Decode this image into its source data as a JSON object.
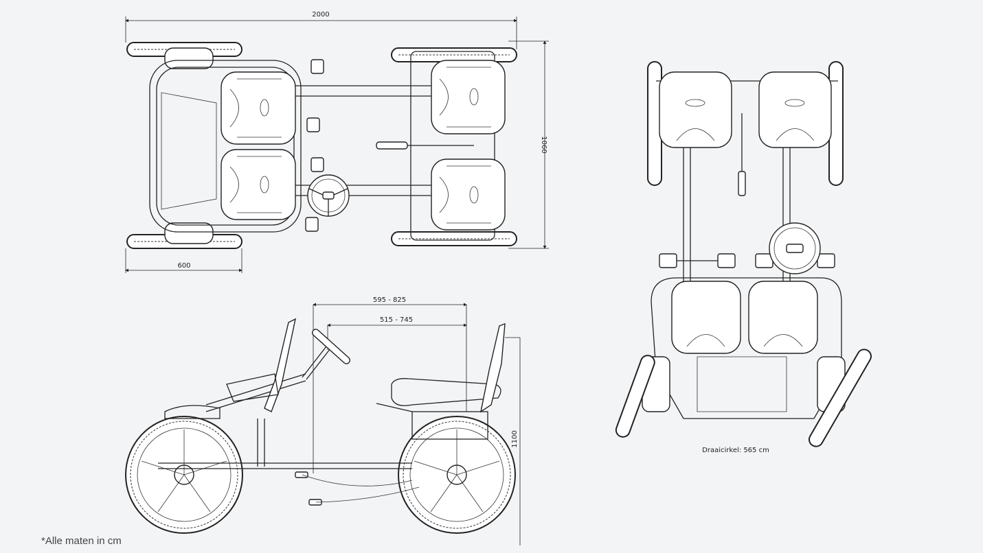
{
  "top_view": {
    "length_label": "2000",
    "width_label": "1060",
    "track_label": "600"
  },
  "side_view": {
    "reach_outer_label": "595 - 825",
    "reach_inner_label": "515 - 745",
    "height_label": "1100"
  },
  "rear_view": {
    "turning_circle_label": "Draaicirkel: 565 cm"
  },
  "footnote": "*Alle maten in cm"
}
